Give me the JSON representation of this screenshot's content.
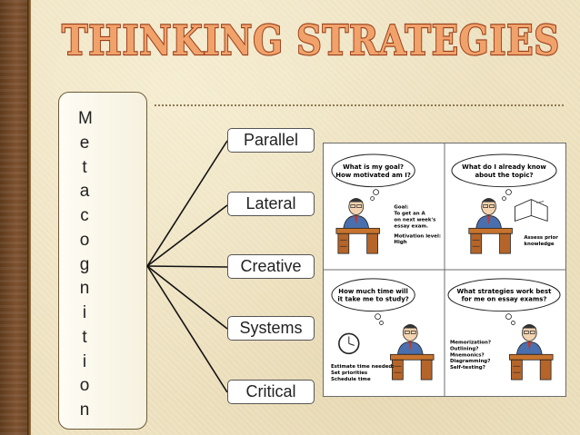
{
  "title": "THINKING STRATEGIES",
  "metacognition": {
    "letters": [
      "M",
      "e",
      "t",
      "a",
      "c",
      "o",
      "g",
      "n",
      "i",
      "t",
      "i",
      "o",
      "n"
    ]
  },
  "strategies": [
    {
      "label": "Parallel"
    },
    {
      "label": "Lateral"
    },
    {
      "label": "Creative"
    },
    {
      "label": "Systems"
    },
    {
      "label": "Critical"
    }
  ],
  "comic": {
    "panels": [
      {
        "bubble": [
          "What is my goal?",
          "How motivated am I?"
        ],
        "note": [
          "Goal:",
          "To get an A",
          "on next week's",
          "essay exam.",
          "",
          "Motivation level:",
          "High"
        ]
      },
      {
        "bubble": [
          "What do I already know",
          "about the topic?"
        ],
        "note": [
          "Assess prior",
          "knowledge"
        ]
      },
      {
        "bubble": [
          "How much time will",
          "it take me to study?"
        ],
        "note": [
          "Estimate time needed:",
          "Set priorities",
          "Schedule time"
        ]
      },
      {
        "bubble": [
          "What strategies work best",
          "for me on essay exams?"
        ],
        "note": [
          "Memorization?",
          "Outlining?",
          "Mnemonics?",
          "Diagramming?",
          "Self-testing?"
        ]
      }
    ]
  }
}
